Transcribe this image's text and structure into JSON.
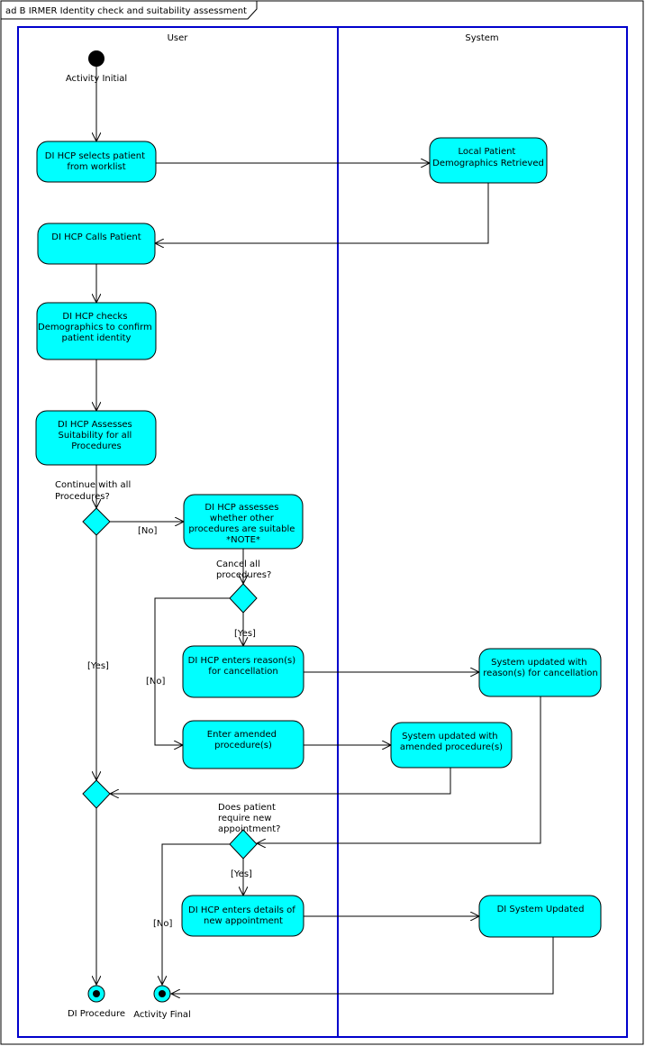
{
  "frame": {
    "title": "ad B IRMER Identity check and suitability assessment"
  },
  "lanes": {
    "user": "User",
    "system": "System"
  },
  "colors": {
    "node_fill": "#00FFFF",
    "lane_border": "#0000CC",
    "line": "#000000"
  },
  "nodes": {
    "initial": "Activity Initial",
    "selects": [
      "DI HCP selects patient",
      "from worklist"
    ],
    "retrieved": [
      "Local Patient",
      "Demographics Retrieved"
    ],
    "calls": [
      "DI HCP Calls Patient"
    ],
    "checks": [
      "DI HCP checks",
      "Demographics to confirm",
      "patient identity"
    ],
    "assesses": [
      "DI HCP Assesses",
      "Suitability for all",
      "Procedures"
    ],
    "other": [
      "DI HCP assesses",
      "whether other",
      "procedures are suitable",
      "*NOTE*"
    ],
    "reason": [
      "DI HCP enters reason(s)",
      "for cancellation"
    ],
    "sys_reason": [
      "System updated with",
      "reason(s) for cancellation"
    ],
    "amended": [
      "Enter amended",
      "procedure(s)"
    ],
    "sys_amended": [
      "System updated with",
      "amended procedure(s)"
    ],
    "new_appt": [
      "DI HCP enters details of",
      "new appointment"
    ],
    "sys_updated": [
      "DI System Updated"
    ],
    "di_procedure": "DI Procedure",
    "activity_final": "Activity Final"
  },
  "decisions": {
    "continue": [
      "Continue with all",
      "Procedures?"
    ],
    "cancel": [
      "Cancel all",
      "procedures?"
    ],
    "new_appt_q": [
      "Does patient",
      "require new",
      "appointment?"
    ]
  },
  "guards": {
    "no1": "[No]",
    "yes1": "[Yes]",
    "yes2": "[Yes]",
    "no2": "[No]",
    "yes3": "[Yes]",
    "no3": "[No]"
  }
}
